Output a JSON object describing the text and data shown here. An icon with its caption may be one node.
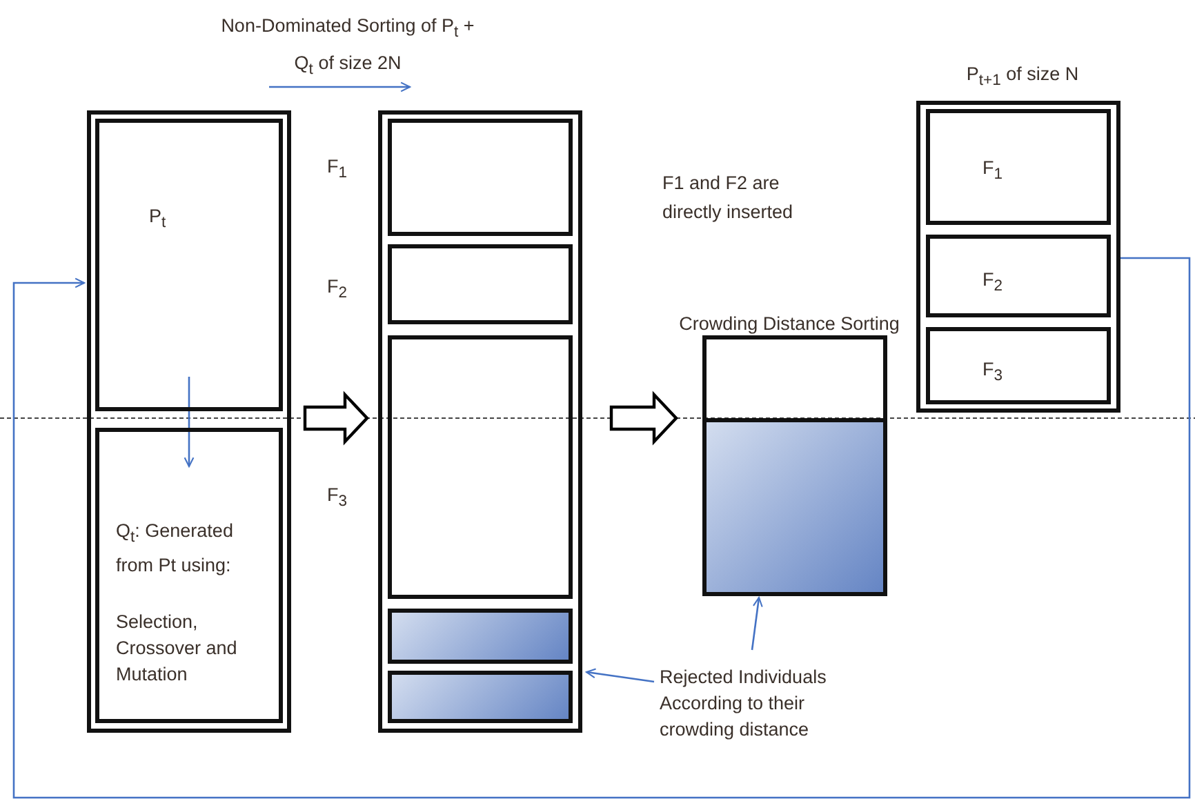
{
  "diagram": {
    "nodes": [
      {
        "text": [],
        "shape": "box"
      },
      {
        "text": [
          "P$_{t}$"
        ],
        "in": 0
      },
      {
        "text": [
          "Q$_{t}$: Generated from Pt using:",
          "Selection, Crossover and Mutation"
        ],
        "in": 0
      },
      {
        "text": [],
        "shape": "box"
      },
      {
        "text": [],
        "shape": "box",
        "in": 3,
        "beside": [
          "F$_{1}$"
        ]
      },
      {
        "text": [],
        "shape": "box",
        "in": 3,
        "beside": [
          "F$_{2}$"
        ]
      },
      {
        "text": [],
        "shape": "box",
        "in": 3,
        "beside": [
          "F$_{3}$"
        ]
      },
      {
        "text": [],
        "shape": "bar",
        "in": 3
      },
      {
        "text": [],
        "shape": "bar",
        "in": 3
      },
      {
        "text": [
          "Crowding Distance Sorting"
        ]
      },
      {
        "text": [],
        "shape": "bar",
        "in": 9
      },
      {
        "text": [
          "P$_{t+1}$ of size N"
        ]
      },
      {
        "text": [
          "F$_{1}$"
        ],
        "in": 11
      },
      {
        "text": [
          "F$_{2}$"
        ],
        "in": 11
      },
      {
        "text": [
          "F$_{3}$"
        ],
        "in": 11
      },
      {
        "text": [
          "Rejected Individuals According to their crowding distance"
        ]
      }
    ],
    "edges": [
      {
        "from": 1,
        "to": 2,
        "arrow": "to"
      },
      {
        "from": 0,
        "to": 3,
        "arrow": "to",
        "style": "thick",
        "color": "#000000"
      },
      {
        "from": 3,
        "to": 9,
        "arrow": "to",
        "style": "thick",
        "color": "#000000"
      },
      {
        "from": 11,
        "to": 0,
        "arrow": "to"
      },
      {
        "from": 15,
        "to": 8,
        "arrow": "to"
      },
      {
        "from": 15,
        "to": 10,
        "arrow": "to"
      }
    ],
    "labels": [
      "Non-Dominated Sorting of P$_{t}$ + Q$_{t}$ of size 2N",
      "F1 and F2 are directly inserted"
    ]
  }
}
